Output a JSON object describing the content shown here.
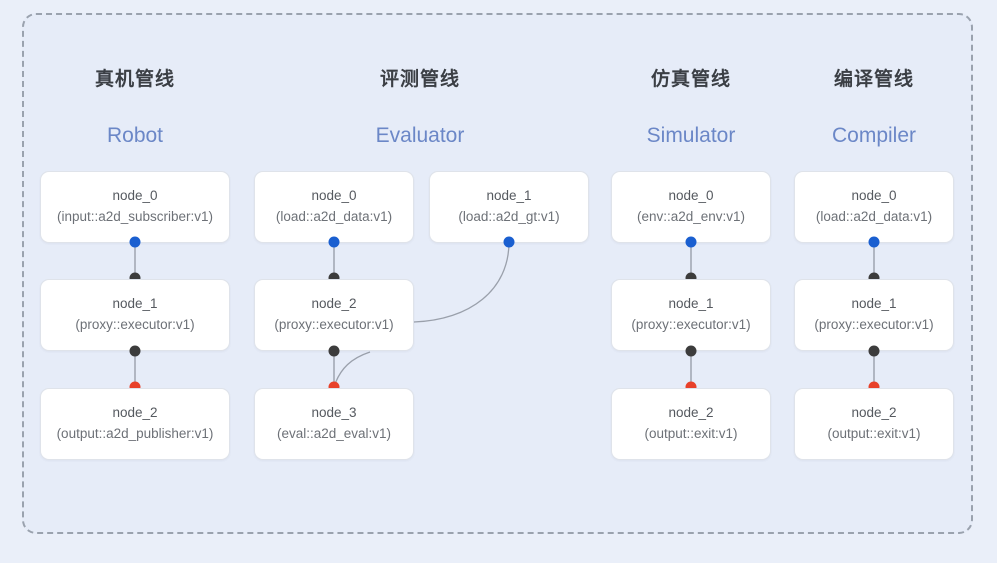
{
  "diagram": {
    "background_color": "#eaeff9",
    "panel_color": "#e6ecf8",
    "panel_border_color": "#9aa2ae",
    "accent_color": "#6b87c7",
    "port_colors": {
      "input": "#1a5fd0",
      "relay": "#3c3c3c",
      "output": "#e8412a"
    },
    "columns": [
      {
        "id": "robot",
        "title_cn": "真机管线",
        "title_en": "Robot",
        "nodes": [
          {
            "name": "node_0",
            "type": "(input::a2d_subscriber:v1)"
          },
          {
            "name": "node_1",
            "type": "(proxy::executor:v1)"
          },
          {
            "name": "node_2",
            "type": "(output::a2d_publisher:v1)"
          }
        ]
      },
      {
        "id": "evaluator",
        "title_cn": "评测管线",
        "title_en": "Evaluator",
        "nodes": [
          {
            "name": "node_0",
            "type": "(load::a2d_data:v1)"
          },
          {
            "name": "node_1",
            "type": "(load::a2d_gt:v1)"
          },
          {
            "name": "node_2",
            "type": "(proxy::executor:v1)"
          },
          {
            "name": "node_3",
            "type": "(eval::a2d_eval:v1)"
          }
        ]
      },
      {
        "id": "simulator",
        "title_cn": "仿真管线",
        "title_en": "Simulator",
        "nodes": [
          {
            "name": "node_0",
            "type": "(env::a2d_env:v1)"
          },
          {
            "name": "node_1",
            "type": "(proxy::executor:v1)"
          },
          {
            "name": "node_2",
            "type": "(output::exit:v1)"
          }
        ]
      },
      {
        "id": "compiler",
        "title_cn": "编译管线",
        "title_en": "Compiler",
        "nodes": [
          {
            "name": "node_0",
            "type": "(load::a2d_data:v1)"
          },
          {
            "name": "node_1",
            "type": "(proxy::executor:v1)"
          },
          {
            "name": "node_2",
            "type": "(output::exit:v1)"
          }
        ]
      }
    ]
  }
}
